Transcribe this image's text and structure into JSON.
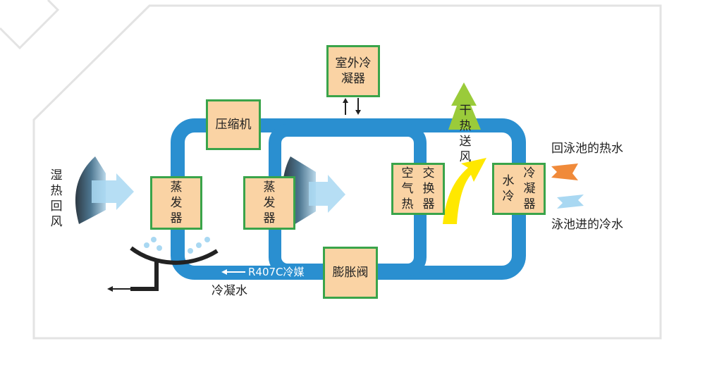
{
  "diagram": {
    "labels": {
      "outdoor_condenser": "室外冷凝器",
      "compressor": "压缩机",
      "evaporator_left": "蒸发器",
      "evaporator_mid": "蒸发器",
      "air_heat_exchanger_col1": "空气热",
      "air_heat_exchanger_col2": "交换器",
      "water_condenser_col1": "水冷",
      "water_condenser_col2": "冷凝器",
      "expansion_valve": "膨胀阀",
      "humid_return_air": "湿热回风",
      "dry_hot_supply": "干热送风",
      "return_hot_water": "回泳池的热水",
      "cold_water_in": "泳池进的冷水",
      "refrigerant": "R407C冷媒",
      "condensate": "冷凝水"
    },
    "colors": {
      "pipe": "#2a8fd0",
      "box_fill": "#fad3a4",
      "box_border": "#3aa44a",
      "hot_water_arrow": "#f08a3a",
      "cold_water_arrow": "#a9d8f2",
      "supply_air_arrow": "#ffe800",
      "green_arrow": "#9acb3a",
      "frame": "#e3e3e3"
    }
  }
}
